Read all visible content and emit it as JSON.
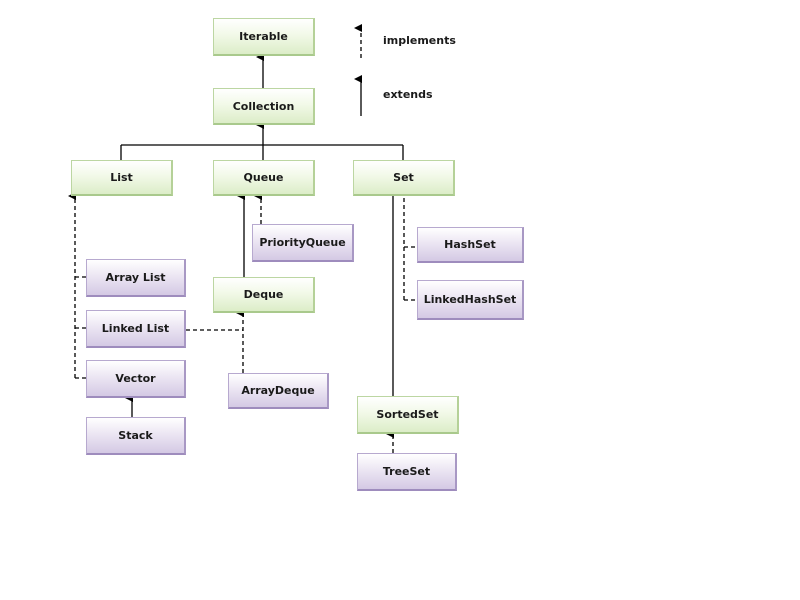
{
  "nodes": {
    "iterable": "Iterable",
    "collection": "Collection",
    "list": "List",
    "queue": "Queue",
    "set": "Set",
    "priority_queue": "PriorityQueue",
    "hash_set": "HashSet",
    "array_list": "Array List",
    "deque": "Deque",
    "linked_hash_set": "LinkedHashSet",
    "linked_list": "Linked List",
    "vector": "Vector",
    "array_deque": "ArrayDeque",
    "sorted_set": "SortedSet",
    "stack": "Stack",
    "tree_set": "TreeSet"
  },
  "legend": {
    "implements": "implements",
    "extends": "extends"
  },
  "colors": {
    "interface_fill": "#dcedc8",
    "class_fill": "#d4c9e4",
    "line": "#000000"
  }
}
